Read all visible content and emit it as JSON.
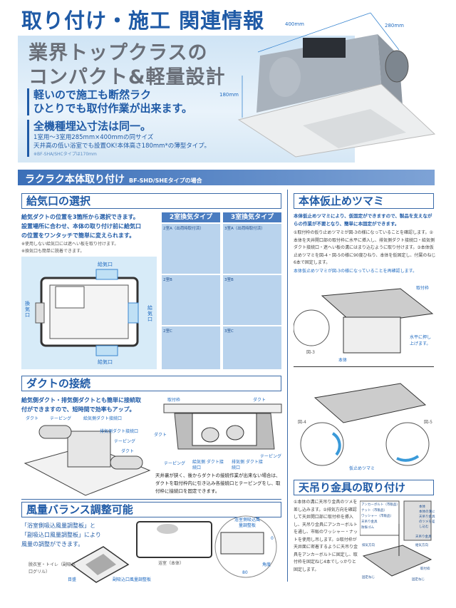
{
  "title": "取り付け・施工 関連情報",
  "hero": {
    "headline_1": "業界トップクラスの",
    "headline_2": "コンパクト&軽量設計",
    "sub_1": "軽いので施工も断然ラク",
    "sub_2": "ひとりでも取付作業が出来ます。",
    "sub_3": "全機種埋込寸法は同一。",
    "detail_1": "1室用〜3室用285mm×400mmの同サイズ",
    "detail_2": "天井高の低い浴室でも設置OK!本体高さ180mm*の薄型タイプ。",
    "footnote": "※BF-SHA/SHCタイプは170mm",
    "dim_width": "400mm",
    "dim_depth": "280mm",
    "dim_height": "180mm"
  },
  "banner": {
    "title": "ラクラク本体取り付け",
    "subtitle": "BF-SHD/SHEタイプの場合"
  },
  "supply": {
    "heading": "給気口の選択",
    "lead_1": "給気ダクトの位置を3箇所から選択できます。",
    "lead_2": "設置場所に合わせ、本体の取り付け前に給気口",
    "lead_3": "の位置をワンタッチで簡単に変えられます。",
    "note_1": "※使用しない給気口には遮へい板を取り付けます。",
    "note_2": "※換気口も簡単に脱着できます。",
    "label_top": "給気口",
    "label_bottom": "給気口",
    "label_right": "給気口",
    "label_left": "換気口",
    "type2": {
      "header": "2室換気タイプ",
      "cells": [
        "2室A（出荷時取付済）",
        "2室B",
        "2室C"
      ]
    },
    "type3": {
      "header": "3室換気タイプ",
      "cells": [
        "3室A（出荷時取付済）",
        "3室B",
        "3室C"
      ]
    }
  },
  "duct": {
    "heading": "ダクトの接続",
    "lead_1": "給気側ダクト・排気側ダクトとも簡単に接続取",
    "lead_2": "付ができますので、短時間で効率もアップ。",
    "labels_left": [
      "ダクト",
      "テーピング",
      "給気側ダクト接続口",
      "排気側ダクト接続口",
      "テーピング",
      "ダクト"
    ],
    "labels_right": [
      "取付枠",
      "ダクト",
      "ダクト",
      "テーピング",
      "給気側 ダクト接続口",
      "排気側 ダクト接続口",
      "テーピング"
    ],
    "note": "天井裏が狭く、後からダクトの接続作業が出来ない場合は、ダクトを取付枠内に引き込み各接続口とテーピングをし、取付枠に接続口を固定できます。"
  },
  "airflow": {
    "heading": "風量バランス調整可能",
    "lead_1": "「浴室側吸込風量調整板」と",
    "lead_2": "「副吸込口風量調整板」により",
    "lead_3": "風量の調整ができます。",
    "label_grille": "脱衣室・トイレ（副吸込口グリル）",
    "label_scale": "目盛",
    "label_plate": "副吸込口風量調整板",
    "label_body": "浴室（本体）",
    "label_bath_plate": "浴室側吸込風量調整板",
    "label_0": "0",
    "label_80": "80",
    "label_angle": "角度"
  },
  "knob": {
    "heading": "本体仮止めツマミ",
    "lead": "本体仮止めツマミにより、仮固定ができますので、製品を支えながらの作業が不要となり、簡単に本固定ができます。",
    "body": "①取付枠の仮り止めツマミが図-3の様になっていることを確認します。②本体を天井開口部の取付枠に水平に挿入し、排気側ダクト接続口・給気側ダクト接続口・遮へい板の溝にはまり込むように取り付けます。③本体仮止めツマミを図-4・図-5の様に90度ひねり、本体を仮固定し、付属のねじ6本で固定します。",
    "recheck": "本体仮止めツマミが図-3の様になっていることを再確認します。",
    "fig3": "図-3",
    "fig4": "図-4",
    "fig5": "図-5",
    "label_frame": "取付枠",
    "label_push": "水平に押し上げます。",
    "label_body": "本体",
    "label_knob": "仮止めツマミ"
  },
  "hanger": {
    "heading": "天吊り金具の取り付け",
    "body": "①本体の溝に天吊り金具のツメを差し込みます。②排気方向を確認して天井開口部に取付枠を挿入し、天吊り金具にアンカーボルトを通し、市販のワッシャー・ナットを使用し吊します。③取付枠が天井面に密着するように天吊り金具をアンカーボルトに固定し、取付枠を固定ねじ4本でしっかりと固定します。",
    "labels": [
      "アンカーボルト（市販品）",
      "ナット（市販品）",
      "ワッシャー（市販品）",
      "天吊り金具",
      "防振ゴム",
      "本体",
      "本体の溝に天吊り金具のツメを差し込む",
      "天吊り金具",
      "排気方向",
      "給気方向",
      "取付枠",
      "固定ねじ",
      "固定ねじ"
    ]
  },
  "colors": {
    "brand_blue": "#1f5aa6",
    "banner": "#4a7cc0",
    "panel": "#b9d3ed"
  }
}
